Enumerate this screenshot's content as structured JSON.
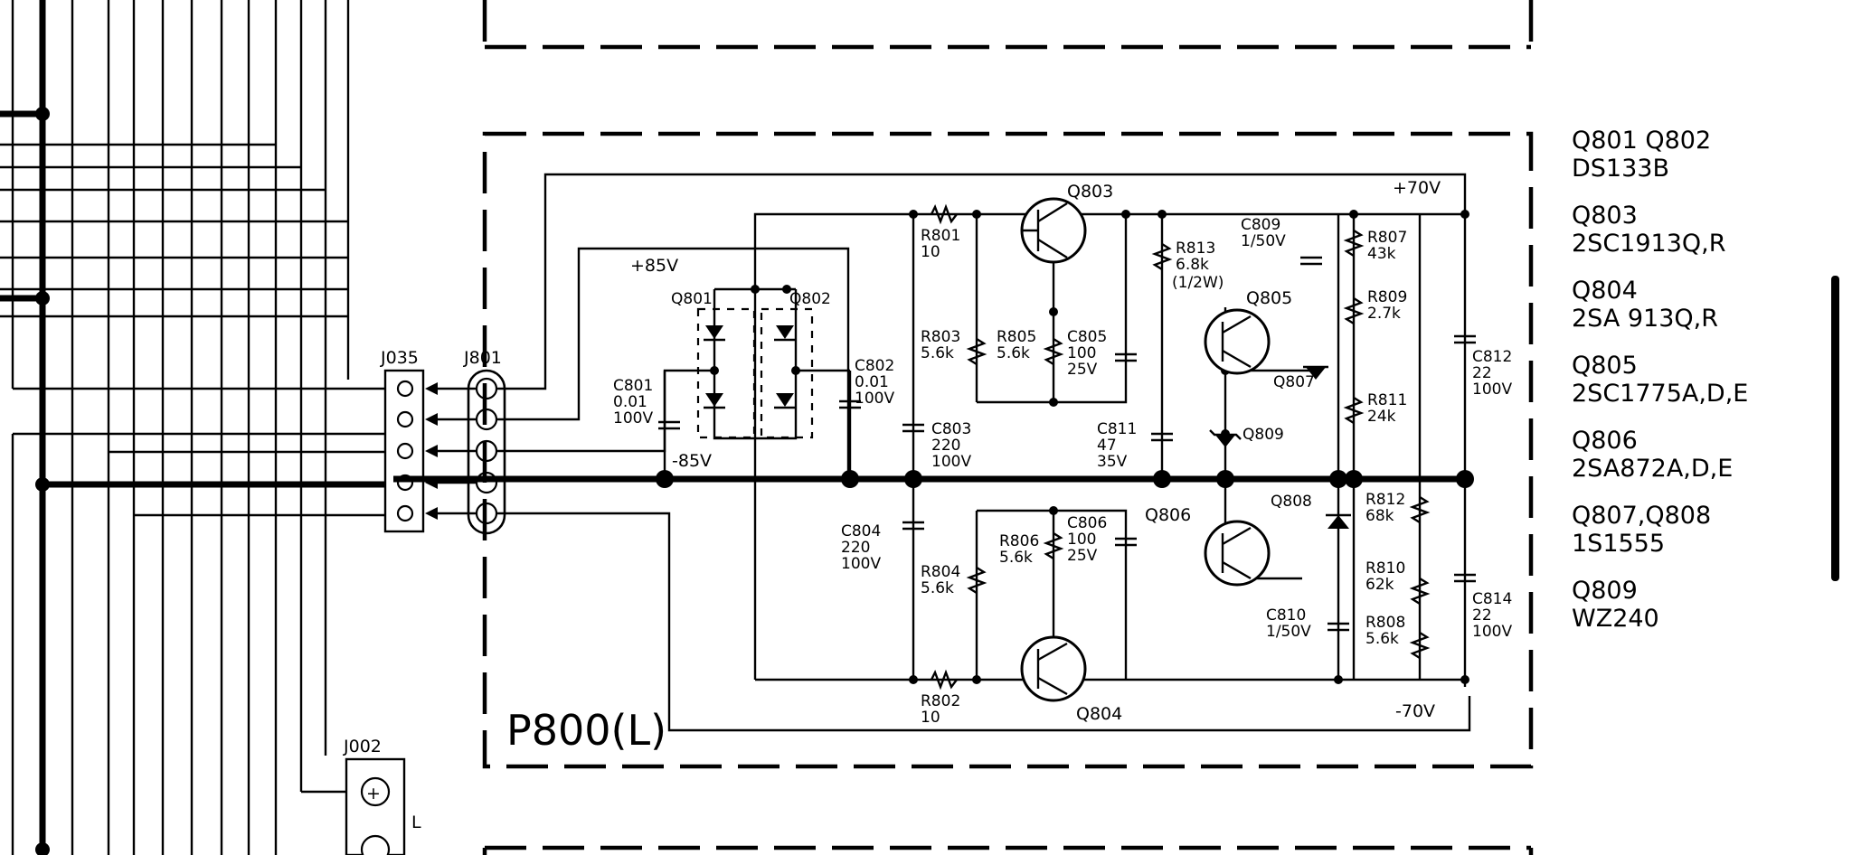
{
  "board": {
    "name": "P800(L)"
  },
  "connectors": {
    "j035": "J035",
    "j801": "J801",
    "j002": "J002",
    "j002_side": "L"
  },
  "rails": {
    "pos85": "+85V",
    "neg85": "-85V",
    "pos70": "+70V",
    "neg70": "-70V"
  },
  "transistors": {
    "q801": "Q801",
    "q802": "Q802",
    "q803": "Q803",
    "q804": "Q804",
    "q805": "Q805",
    "q806": "Q806",
    "q807": "Q807",
    "q808": "Q808",
    "q809": "Q809"
  },
  "resistors": {
    "r801": [
      "R801",
      "10"
    ],
    "r802": [
      "R802",
      "10"
    ],
    "r803": [
      "R803",
      "5.6k"
    ],
    "r804": [
      "R804",
      "5.6k"
    ],
    "r805": [
      "R805",
      "5.6k"
    ],
    "r806": [
      "R806",
      "5.6k"
    ],
    "r807": [
      "R807",
      "43k"
    ],
    "r808": [
      "R808",
      "5.6k"
    ],
    "r809": [
      "R809",
      "2.7k"
    ],
    "r810": [
      "R810",
      "62k"
    ],
    "r811": [
      "R811",
      "24k"
    ],
    "r812": [
      "R812",
      "68k"
    ],
    "r813": [
      "R813",
      "6.8k",
      "(1/2W)"
    ]
  },
  "capacitors": {
    "c801": [
      "C801",
      "0.01",
      "100V"
    ],
    "c802": [
      "C802",
      "0.01",
      "100V"
    ],
    "c803": [
      "C803",
      "220",
      "100V"
    ],
    "c804": [
      "C804",
      "220",
      "100V"
    ],
    "c805": [
      "C805",
      "100",
      "25V"
    ],
    "c806": [
      "C806",
      "100",
      "25V"
    ],
    "c809": [
      "C809",
      "1/50V"
    ],
    "c810": [
      "C810",
      "1/50V"
    ],
    "c811": [
      "C811",
      "47",
      "35V"
    ],
    "c812": [
      "C812",
      "22",
      "100V"
    ],
    "c814": [
      "C814",
      "22",
      "100V"
    ]
  },
  "legend": [
    {
      "ref": "Q801  Q802",
      "part": "DS133B"
    },
    {
      "ref": "Q803",
      "part": "2SC1913Q,R"
    },
    {
      "ref": "Q804",
      "part": "2SA 913Q,R"
    },
    {
      "ref": "Q805",
      "part": "2SC1775A,D,E"
    },
    {
      "ref": "Q806",
      "part": "2SA872A,D,E"
    },
    {
      "ref": "Q807,Q808",
      "part": "1S1555"
    },
    {
      "ref": "Q809",
      "part": "WZ240"
    }
  ],
  "icons": [
    "diode-icon",
    "zener-diode-icon",
    "npn-transistor-icon",
    "pnp-transistor-icon",
    "resistor-icon",
    "capacitor-icon",
    "terminal-icon"
  ]
}
